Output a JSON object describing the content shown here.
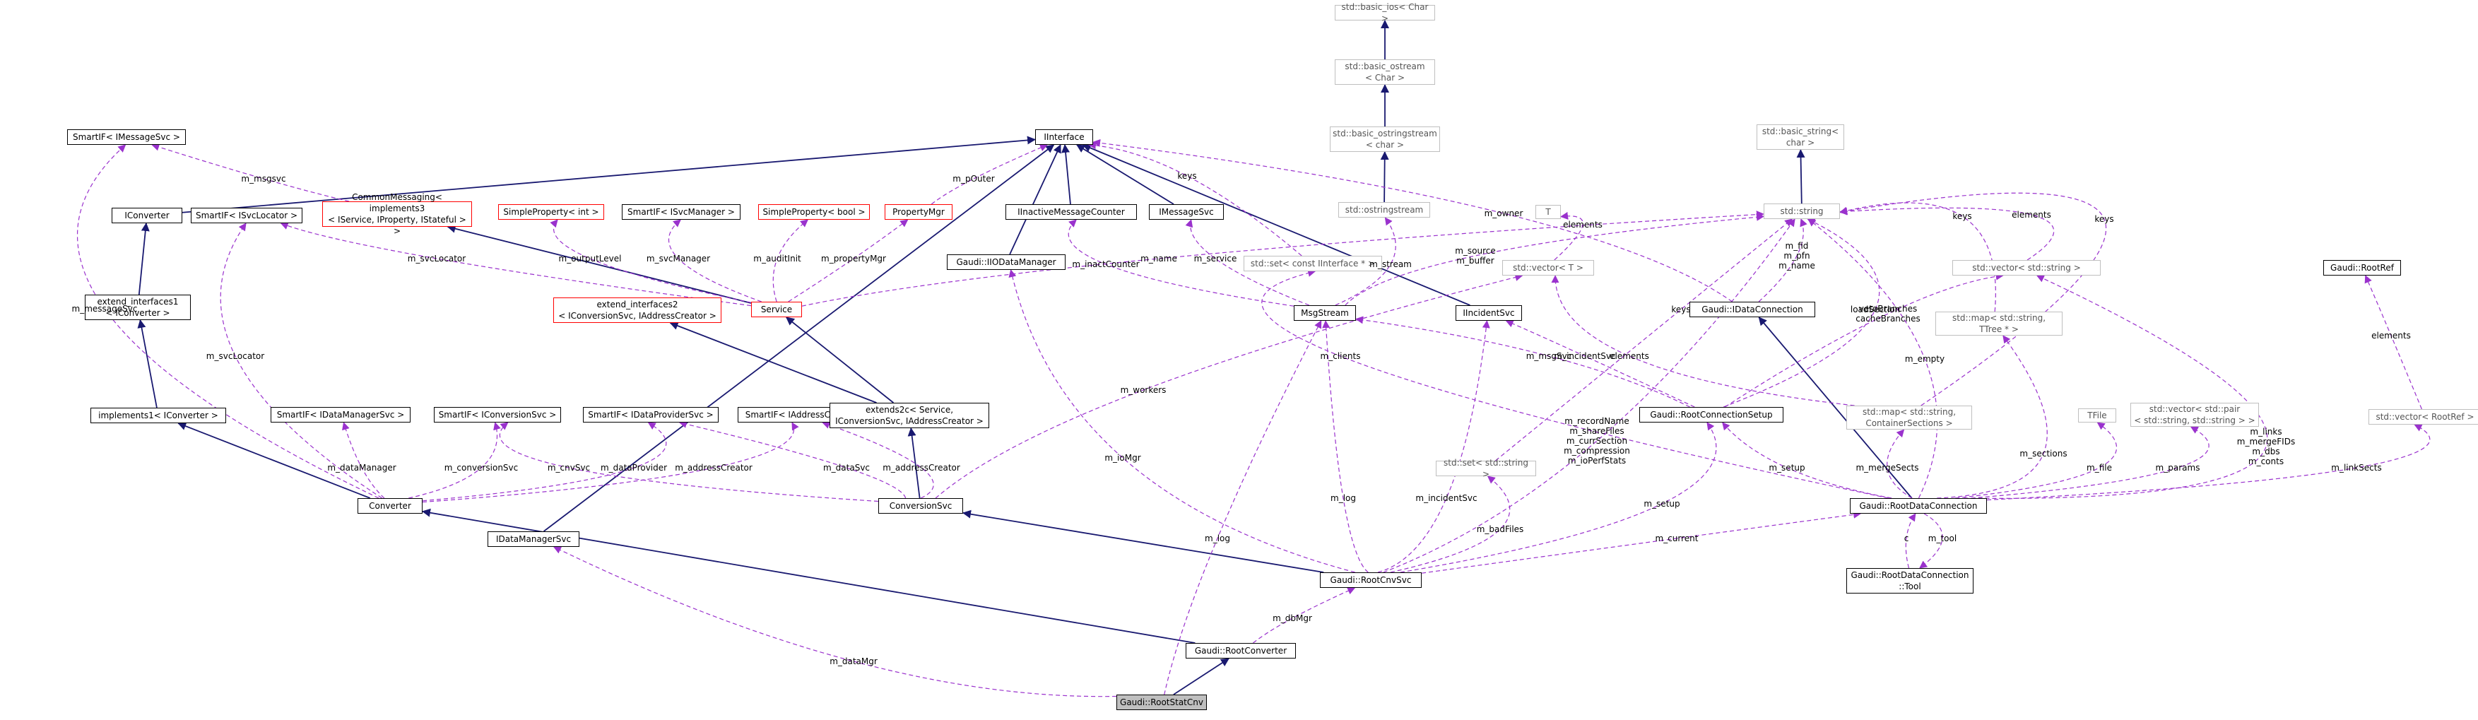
{
  "diagram": {
    "colors": {
      "inherit": "#191970",
      "use": "#9a32cd",
      "doc": "#000000",
      "external": "#bfbfbf",
      "templ": "#ff0000",
      "selected": "#bfbfbf"
    },
    "nodes": [
      {
        "id": "basic_ios",
        "label": "std::basic_ios< Char >",
        "style": "ext"
      },
      {
        "id": "basic_ostream",
        "label": "std::basic_ostream\n< Char >",
        "style": "ext"
      },
      {
        "id": "basic_ostringstream",
        "label": "std::basic_ostringstream\n< char >",
        "style": "ext"
      },
      {
        "id": "ostringstream",
        "label": "std::ostringstream",
        "style": "ext"
      },
      {
        "id": "basic_string",
        "label": "std::basic_string<\nchar >",
        "style": "ext"
      },
      {
        "id": "string",
        "label": "std::string",
        "style": "ext"
      },
      {
        "id": "T",
        "label": "T",
        "style": "ext"
      },
      {
        "id": "vecT",
        "label": "std::vector< T >",
        "style": "ext"
      },
      {
        "id": "vecString",
        "label": "std::vector< std::string >",
        "style": "ext"
      },
      {
        "id": "mapTTree",
        "label": "std::map< std::string,\nTTree * >",
        "style": "ext"
      },
      {
        "id": "mapContainer",
        "label": "std::map< std::string,\nContainerSections >",
        "style": "ext"
      },
      {
        "id": "TFile",
        "label": "TFile",
        "style": "ext"
      },
      {
        "id": "vecPair",
        "label": "std::vector< std::pair\n< std::string, std::string > >",
        "style": "ext"
      },
      {
        "id": "GaudiRootRef",
        "label": "Gaudi::RootRef",
        "style": "doc"
      },
      {
        "id": "vecRootRef",
        "label": "std::vector< RootRef >",
        "style": "ext"
      },
      {
        "id": "setIInterface",
        "label": "std::set< const IInterface * >",
        "style": "ext"
      },
      {
        "id": "setString",
        "label": "std::set< std::string >",
        "style": "ext"
      },
      {
        "id": "SmartIFIMessageSvc",
        "label": "SmartIF< IMessageSvc >",
        "style": "doc"
      },
      {
        "id": "IInterface",
        "label": "IInterface",
        "style": "doc"
      },
      {
        "id": "IConverter",
        "label": "IConverter",
        "style": "doc"
      },
      {
        "id": "SmartIFISvcLocator",
        "label": "SmartIF< ISvcLocator >",
        "style": "doc"
      },
      {
        "id": "CommonMessaging",
        "label": "CommonMessaging< implements3\n< IService, IProperty, IStateful > >",
        "style": "red"
      },
      {
        "id": "SimplePropertyInt",
        "label": "SimpleProperty< int >",
        "style": "red"
      },
      {
        "id": "SmartIFISvcManager",
        "label": "SmartIF< ISvcManager >",
        "style": "doc"
      },
      {
        "id": "SimplePropertyBool",
        "label": "SimpleProperty< bool >",
        "style": "red"
      },
      {
        "id": "PropertyMgr",
        "label": "PropertyMgr",
        "style": "red"
      },
      {
        "id": "IInactiveMessageCounter",
        "label": "IInactiveMessageCounter",
        "style": "doc"
      },
      {
        "id": "IMessageSvc",
        "label": "IMessageSvc",
        "style": "doc"
      },
      {
        "id": "GaudiIIODataManager",
        "label": "Gaudi::IIODataManager",
        "style": "doc"
      },
      {
        "id": "extend_interfaces1",
        "label": "extend_interfaces1\n< IConverter >",
        "style": "doc"
      },
      {
        "id": "extend_interfaces2",
        "label": "extend_interfaces2\n< IConversionSvc, IAddressCreator >",
        "style": "red"
      },
      {
        "id": "Service",
        "label": "Service",
        "style": "red"
      },
      {
        "id": "MsgStream",
        "label": "MsgStream",
        "style": "doc"
      },
      {
        "id": "IIncidentSvc",
        "label": "IIncidentSvc",
        "style": "doc"
      },
      {
        "id": "GaudiIDataConnection",
        "label": "Gaudi::IDataConnection",
        "style": "doc"
      },
      {
        "id": "implements1",
        "label": "implements1< IConverter >",
        "style": "doc"
      },
      {
        "id": "SmartIFIDataManagerSvc",
        "label": "SmartIF< IDataManagerSvc >",
        "style": "doc"
      },
      {
        "id": "SmartIFIConversionSvc",
        "label": "SmartIF< IConversionSvc >",
        "style": "doc"
      },
      {
        "id": "SmartIFIDataProviderSvc",
        "label": "SmartIF< IDataProviderSvc >",
        "style": "doc"
      },
      {
        "id": "SmartIFIAddressCreator",
        "label": "SmartIF< IAddressCreator >",
        "style": "doc"
      },
      {
        "id": "extends2c",
        "label": "extends2c< Service,\nIConversionSvc, IAddressCreator >",
        "style": "doc"
      },
      {
        "id": "Converter",
        "label": "Converter",
        "style": "doc"
      },
      {
        "id": "ConversionSvc",
        "label": "ConversionSvc",
        "style": "doc"
      },
      {
        "id": "IDataManagerSvc",
        "label": "IDataManagerSvc",
        "style": "doc"
      },
      {
        "id": "GaudiRootConnectionSetup",
        "label": "Gaudi::RootConnectionSetup",
        "style": "doc"
      },
      {
        "id": "GaudiRootDataConnection",
        "label": "Gaudi::RootDataConnection",
        "style": "doc"
      },
      {
        "id": "GaudiRootDataConnectionTool",
        "label": "Gaudi::RootDataConnection\n::Tool",
        "style": "doc"
      },
      {
        "id": "GaudiRootCnvSvc",
        "label": "Gaudi::RootCnvSvc",
        "style": "doc"
      },
      {
        "id": "GaudiRootConverter",
        "label": "Gaudi::RootConverter",
        "style": "doc"
      },
      {
        "id": "GaudiRootStatCnv",
        "label": "Gaudi::RootStatCnv",
        "style": "sel"
      }
    ],
    "edges": [
      {
        "from": "basic_ios",
        "to": "basic_ostream",
        "kind": "inherit",
        "label": ""
      },
      {
        "from": "basic_ostream",
        "to": "basic_ostringstream",
        "kind": "inherit",
        "label": ""
      },
      {
        "from": "basic_ostringstream",
        "to": "ostringstream",
        "kind": "inherit",
        "label": ""
      },
      {
        "from": "basic_string",
        "to": "string",
        "kind": "inherit",
        "label": ""
      },
      {
        "from": "IInterface",
        "to": "IConverter",
        "kind": "inherit",
        "label": ""
      },
      {
        "from": "IConverter",
        "to": "extend_interfaces1",
        "kind": "inherit",
        "label": ""
      },
      {
        "from": "extend_interfaces1",
        "to": "implements1",
        "kind": "inherit",
        "label": ""
      },
      {
        "from": "implements1",
        "to": "Converter",
        "kind": "inherit",
        "label": ""
      },
      {
        "from": "IInterface",
        "to": "GaudiIIODataManager",
        "kind": "inherit",
        "label": ""
      },
      {
        "from": "IInterface",
        "to": "IInactiveMessageCounter",
        "kind": "inherit",
        "label": ""
      },
      {
        "from": "IInterface",
        "to": "IMessageSvc",
        "kind": "inherit",
        "label": ""
      },
      {
        "from": "IInterface",
        "to": "IIncidentSvc",
        "kind": "inherit",
        "label": ""
      },
      {
        "from": "IInterface",
        "to": "IDataManagerSvc",
        "kind": "inherit",
        "label": ""
      },
      {
        "from": "CommonMessaging",
        "to": "Service",
        "kind": "inherit",
        "label": ""
      },
      {
        "from": "Service",
        "to": "extends2c",
        "kind": "inherit",
        "label": ""
      },
      {
        "from": "extend_interfaces2",
        "to": "extends2c",
        "kind": "inherit",
        "label": ""
      },
      {
        "from": "extends2c",
        "to": "ConversionSvc",
        "kind": "inherit",
        "label": ""
      },
      {
        "from": "ConversionSvc",
        "to": "GaudiRootCnvSvc",
        "kind": "inherit",
        "label": ""
      },
      {
        "from": "Converter",
        "to": "GaudiRootConverter",
        "kind": "inherit",
        "label": ""
      },
      {
        "from": "GaudiRootConverter",
        "to": "GaudiRootStatCnv",
        "kind": "inherit",
        "label": ""
      },
      {
        "from": "GaudiIDataConnection",
        "to": "GaudiRootDataConnection",
        "kind": "inherit",
        "label": ""
      },
      {
        "from": "SmartIFIMessageSvc",
        "to": "CommonMessaging",
        "kind": "use",
        "label": "m_msgsvc"
      },
      {
        "from": "SmartIFIMessageSvc",
        "to": "Converter",
        "kind": "use",
        "label": "m_messageSvc"
      },
      {
        "from": "IInterface",
        "to": "PropertyMgr",
        "kind": "use",
        "label": "m_pOuter"
      },
      {
        "from": "IInterface",
        "to": "setIInterface",
        "kind": "use",
        "label": "keys"
      },
      {
        "from": "IInterface",
        "to": "GaudiIDataConnection",
        "kind": "use",
        "label": "m_owner"
      },
      {
        "from": "SmartIFISvcLocator",
        "to": "Service",
        "kind": "use",
        "label": "m_svcLocator"
      },
      {
        "from": "SmartIFISvcLocator",
        "to": "Converter",
        "kind": "use",
        "label": "m_svcLocator"
      },
      {
        "from": "SimplePropertyInt",
        "to": "Service",
        "kind": "use",
        "label": "m_outputLevel"
      },
      {
        "from": "SmartIFISvcManager",
        "to": "Service",
        "kind": "use",
        "label": "m_svcManager"
      },
      {
        "from": "SimplePropertyBool",
        "to": "Service",
        "kind": "use",
        "label": "m_auditInit"
      },
      {
        "from": "PropertyMgr",
        "to": "Service",
        "kind": "use",
        "label": "m_propertyMgr"
      },
      {
        "from": "IInactiveMessageCounter",
        "to": "MsgStream",
        "kind": "use",
        "label": "m_inactCounter"
      },
      {
        "from": "IMessageSvc",
        "to": "MsgStream",
        "kind": "use",
        "label": "m_service"
      },
      {
        "from": "string",
        "to": "Service",
        "kind": "use",
        "label": "m_name"
      },
      {
        "from": "ostringstream",
        "to": "MsgStream",
        "kind": "use",
        "label": "m_stream"
      },
      {
        "from": "string",
        "to": "MsgStream",
        "kind": "use",
        "label": "m_source\nm_buffer"
      },
      {
        "from": "T",
        "to": "vecT",
        "kind": "use",
        "label": "elements"
      },
      {
        "from": "string",
        "to": "GaudiIDataConnection",
        "kind": "use",
        "label": "m_fid\nm_pfn\nm_name"
      },
      {
        "from": "string",
        "to": "vecString",
        "kind": "use",
        "label": "elements"
      },
      {
        "from": "string",
        "to": "mapTTree",
        "kind": "use",
        "label": "keys"
      },
      {
        "from": "string",
        "to": "mapContainer",
        "kind": "use",
        "label": "keys"
      },
      {
        "from": "string",
        "to": "GaudiRootConnectionSetup",
        "kind": "use",
        "label": "loadSection"
      },
      {
        "from": "string",
        "to": "GaudiRootDataConnection",
        "kind": "use",
        "label": "m_empty"
      },
      {
        "from": "string",
        "to": "setString",
        "kind": "use",
        "label": "keys"
      },
      {
        "from": "string",
        "to": "GaudiRootCnvSvc",
        "kind": "use",
        "label": "m_recordName\nm_shareFiles\nm_currSection\nm_compression\nm_ioPerfStats"
      },
      {
        "from": "vecString",
        "to": "GaudiRootConnectionSetup",
        "kind": "use",
        "label": "vetoBranches\ncacheBranches"
      },
      {
        "from": "vecString",
        "to": "GaudiRootDataConnection",
        "kind": "use",
        "label": "m_links\nm_mergeFIDs\nm_dbs\nm_conts"
      },
      {
        "from": "vecT",
        "to": "ConversionSvc",
        "kind": "use",
        "label": "m_workers"
      },
      {
        "from": "vecT",
        "to": "mapContainer",
        "kind": "use",
        "label": "elements"
      },
      {
        "from": "setIInterface",
        "to": "GaudiRootDataConnection",
        "kind": "use",
        "label": "m_clients"
      },
      {
        "from": "MsgStream",
        "to": "GaudiRootConnectionSetup",
        "kind": "use",
        "label": "m_msgSvc"
      },
      {
        "from": "MsgStream",
        "to": "GaudiRootCnvSvc",
        "kind": "use",
        "label": "m_log"
      },
      {
        "from": "MsgStream",
        "to": "GaudiRootStatCnv",
        "kind": "use",
        "label": "m_log"
      },
      {
        "from": "IIncidentSvc",
        "to": "GaudiRootConnectionSetup",
        "kind": "use",
        "label": "m_incidentSvc"
      },
      {
        "from": "IIncidentSvc",
        "to": "GaudiRootCnvSvc",
        "kind": "use",
        "label": "m_incidentSvc"
      },
      {
        "from": "GaudiIIODataManager",
        "to": "GaudiRootCnvSvc",
        "kind": "use",
        "label": "m_ioMgr"
      },
      {
        "from": "SmartIFIDataManagerSvc",
        "to": "Converter",
        "kind": "use",
        "label": "m_dataManager"
      },
      {
        "from": "SmartIFIConversionSvc",
        "to": "Converter",
        "kind": "use",
        "label": "m_conversionSvc"
      },
      {
        "from": "SmartIFIConversionSvc",
        "to": "ConversionSvc",
        "kind": "use",
        "label": "m_cnvSvc"
      },
      {
        "from": "SmartIFIDataProviderSvc",
        "to": "Converter",
        "kind": "use",
        "label": "m_dataProvider"
      },
      {
        "from": "SmartIFIDataProviderSvc",
        "to": "ConversionSvc",
        "kind": "use",
        "label": "m_dataSvc"
      },
      {
        "from": "SmartIFIAddressCreator",
        "to": "Converter",
        "kind": "use",
        "label": "m_addressCreator"
      },
      {
        "from": "SmartIFIAddressCreator",
        "to": "ConversionSvc",
        "kind": "use",
        "label": "m_addressCreator"
      },
      {
        "from": "mapContainer",
        "to": "GaudiRootDataConnection",
        "kind": "use",
        "label": "m_mergeSects"
      },
      {
        "from": "mapTTree",
        "to": "GaudiRootDataConnection",
        "kind": "use",
        "label": "m_sections"
      },
      {
        "from": "TFile",
        "to": "GaudiRootDataConnection",
        "kind": "use",
        "label": "m_file"
      },
      {
        "from": "vecPair",
        "to": "GaudiRootDataConnection",
        "kind": "use",
        "label": "m_params"
      },
      {
        "from": "GaudiRootRef",
        "to": "vecRootRef",
        "kind": "use",
        "label": "elements"
      },
      {
        "from": "vecRootRef",
        "to": "GaudiRootDataConnection",
        "kind": "use",
        "label": "m_linkSects"
      },
      {
        "from": "GaudiRootConnectionSetup",
        "to": "GaudiRootDataConnection",
        "kind": "use",
        "label": "m_setup"
      },
      {
        "from": "GaudiRootConnectionSetup",
        "to": "GaudiRootCnvSvc",
        "kind": "use",
        "label": "m_setup"
      },
      {
        "from": "setString",
        "to": "GaudiRootCnvSvc",
        "kind": "use",
        "label": "m_badFiles"
      },
      {
        "from": "GaudiRootDataConnection",
        "to": "GaudiRootCnvSvc",
        "kind": "use",
        "label": "m_current"
      },
      {
        "from": "GaudiRootDataConnection",
        "to": "GaudiRootDataConnectionTool",
        "kind": "use",
        "label": "c"
      },
      {
        "from": "GaudiRootDataConnectionTool",
        "to": "GaudiRootDataConnection",
        "kind": "use",
        "label": "m_tool"
      },
      {
        "from": "GaudiRootCnvSvc",
        "to": "GaudiRootConverter",
        "kind": "use",
        "label": "m_dbMgr"
      },
      {
        "from": "IDataManagerSvc",
        "to": "GaudiRootStatCnv",
        "kind": "use",
        "label": "m_dataMgr"
      }
    ]
  }
}
